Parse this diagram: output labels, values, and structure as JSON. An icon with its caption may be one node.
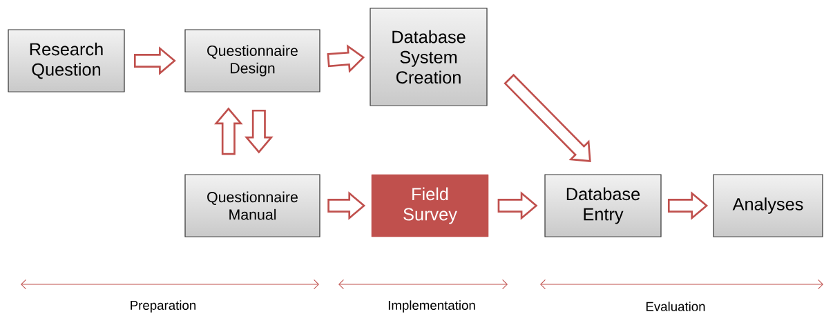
{
  "diagram": {
    "nodes": [
      {
        "text": [
          "Research Question"
        ]
      },
      {
        "text": [
          "Questionnaire Design"
        ]
      },
      {
        "text": [
          "Database System Creation"
        ]
      },
      {
        "text": [
          "Questionnaire Manual"
        ]
      },
      {
        "text": [
          "Field Survey"
        ]
      },
      {
        "text": [
          "Database Entry"
        ]
      },
      {
        "text": [
          "Analyses"
        ]
      }
    ],
    "edges": [
      {
        "from": 0,
        "to": 1,
        "arrow": "to"
      },
      {
        "from": 1,
        "to": 2,
        "arrow": "to"
      },
      {
        "from": 2,
        "to": 5,
        "arrow": "to"
      },
      {
        "from": 3,
        "to": 1,
        "arrow": "to"
      },
      {
        "from": 1,
        "to": 3,
        "arrow": "to"
      },
      {
        "from": 3,
        "to": 4,
        "arrow": "to"
      },
      {
        "from": 4,
        "to": 5,
        "arrow": "to"
      },
      {
        "from": 5,
        "to": 6,
        "arrow": "to"
      }
    ],
    "labels": [
      "Preparation",
      "Implementation",
      "Evaluation"
    ]
  }
}
